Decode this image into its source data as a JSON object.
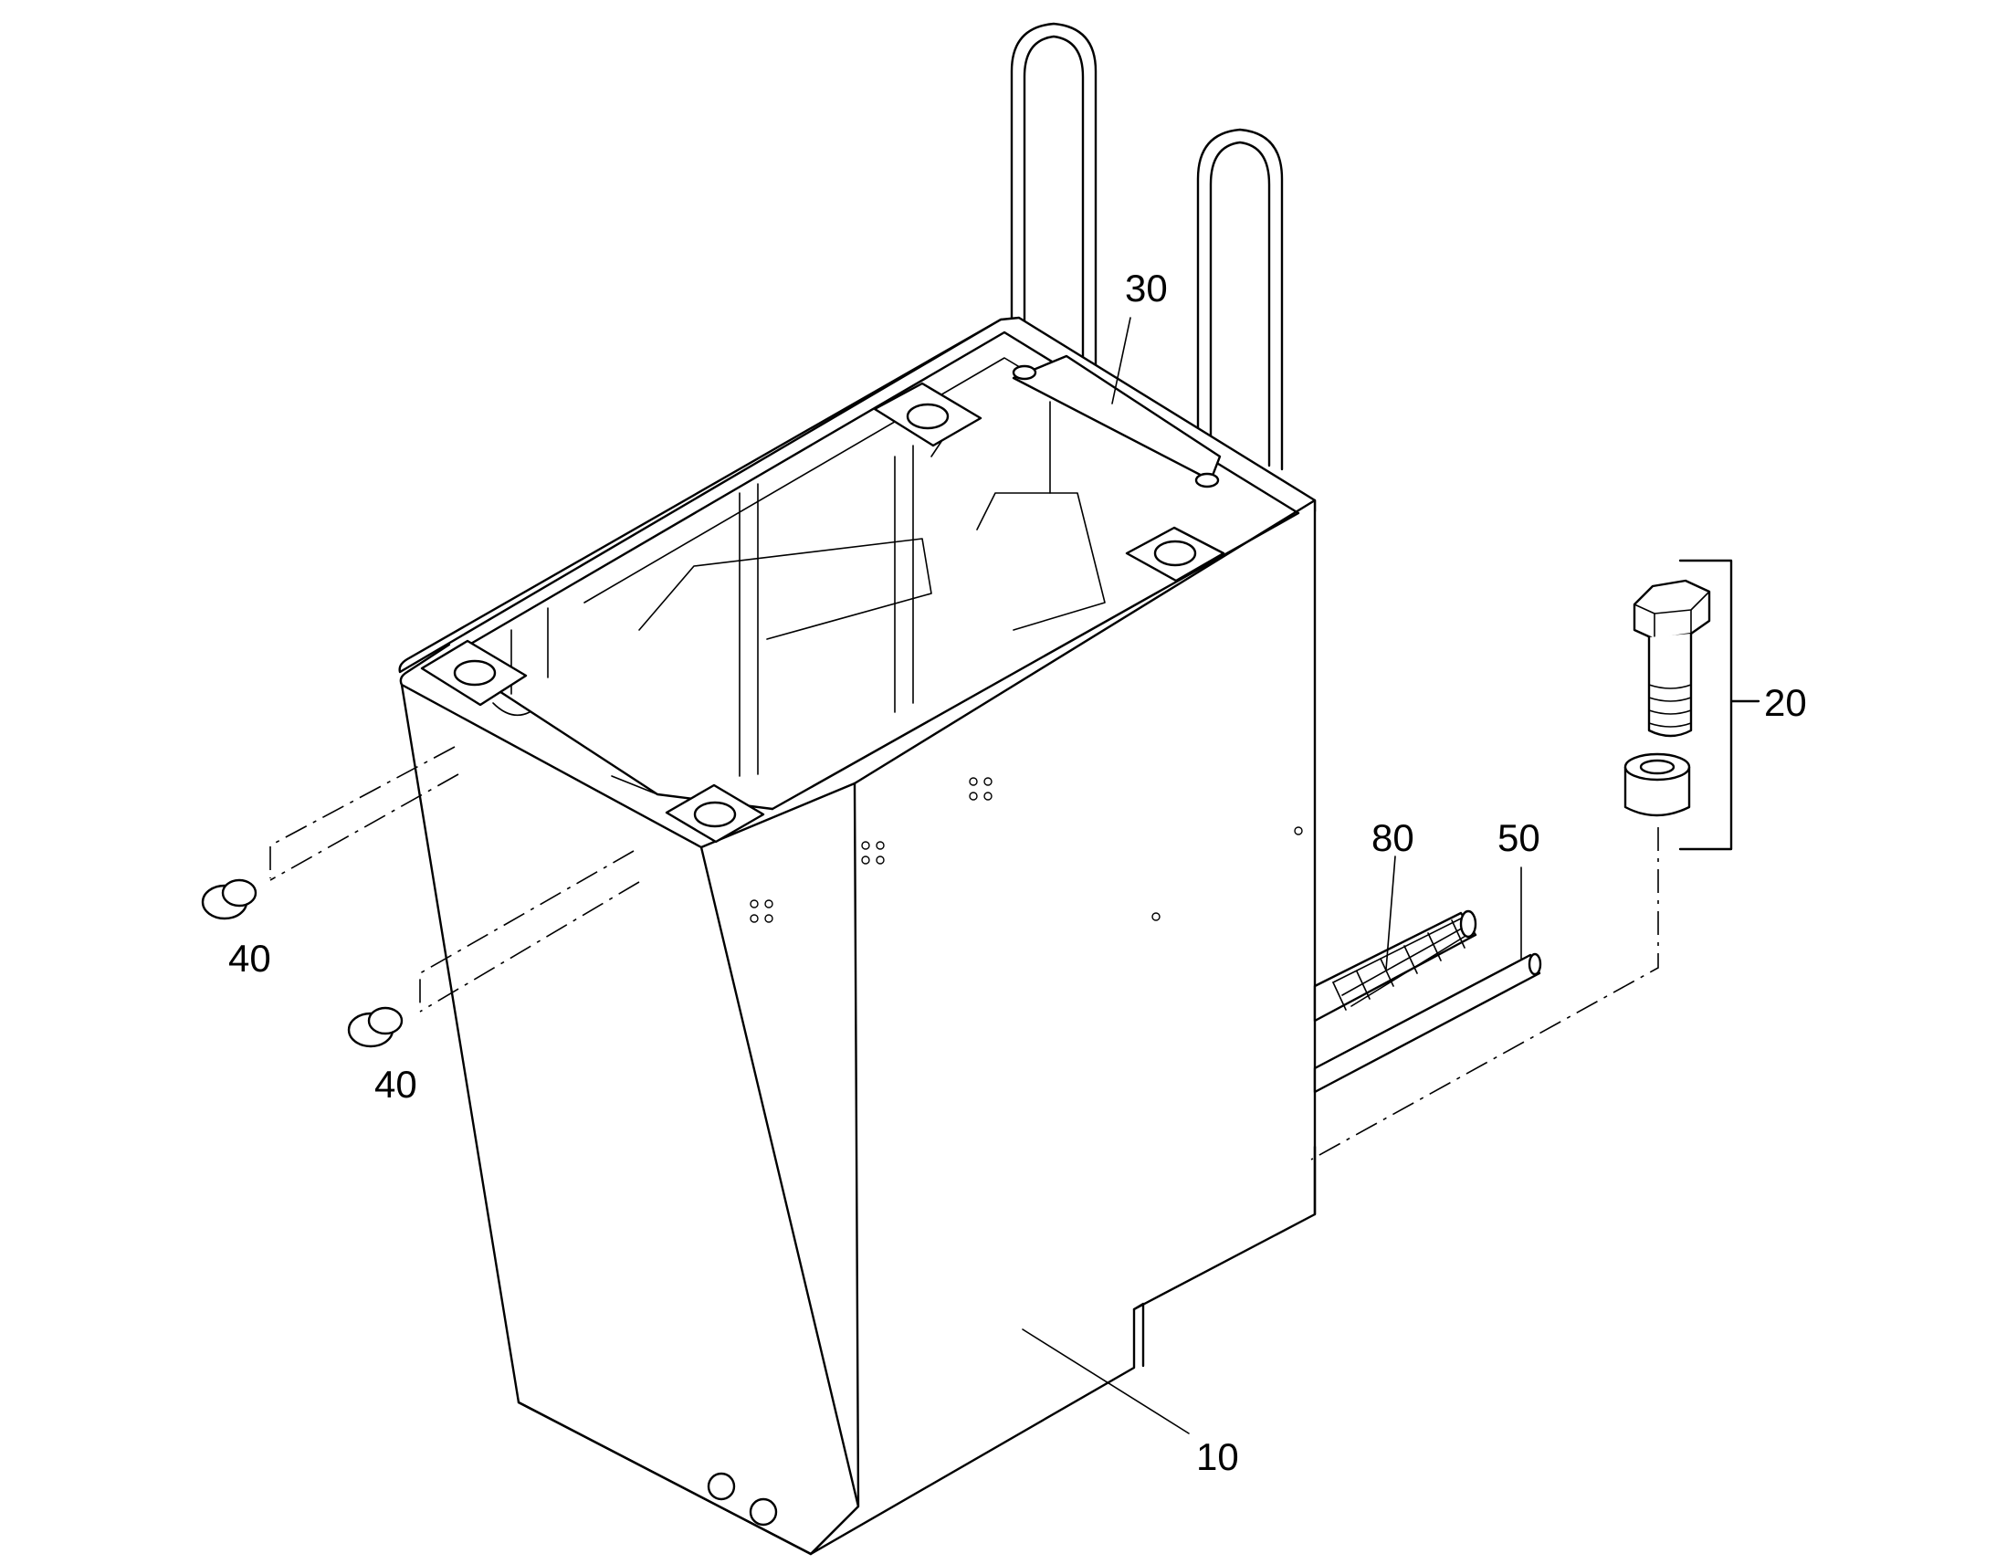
{
  "diagram": {
    "type": "exploded-parts-diagram",
    "callouts": [
      {
        "id": "c10",
        "label": "10"
      },
      {
        "id": "c20",
        "label": "20"
      },
      {
        "id": "c30",
        "label": "30"
      },
      {
        "id": "c40a",
        "label": "40"
      },
      {
        "id": "c40b",
        "label": "40"
      },
      {
        "id": "c50",
        "label": "50"
      },
      {
        "id": "c80",
        "label": "80"
      }
    ]
  }
}
